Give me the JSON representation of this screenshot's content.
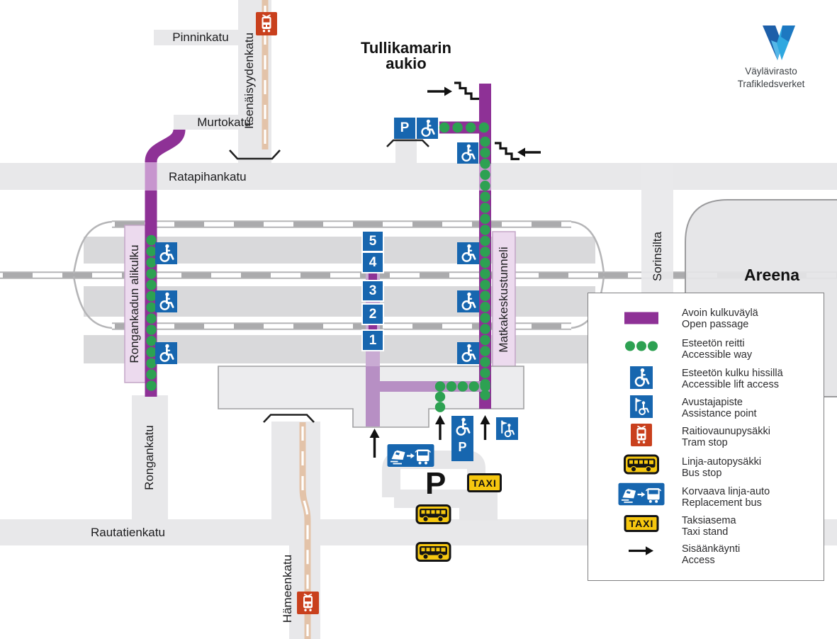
{
  "title": {
    "line1": "Tullikamarin",
    "line2": "aukio"
  },
  "logo": {
    "line1": "Väylävirasto",
    "line2": "Trafikledsverket"
  },
  "streets": {
    "pinninkatu": "Pinninkatu",
    "murtokatu": "Murtokatu",
    "itsenaisyydenkatu": "Itsenäisyydenkatu",
    "ratapihankatu": "Ratapihankatu",
    "rautatienkatu": "Rautatienkatu",
    "rongankatu": "Rongankatu",
    "hameenkatu": "Hämeenkatu",
    "sorinsilta": "Sorinsilta"
  },
  "areas": {
    "areena": "Areena",
    "rongankadun_alikulku": "Rongankadun alikulku",
    "matkakeskustunneli": "Matkakeskustunneli"
  },
  "platforms": {
    "numbers": [
      "5",
      "4",
      "3",
      "2",
      "1"
    ]
  },
  "signs": {
    "parking": "P",
    "accessible_parking": "P",
    "big_parking": "P",
    "taxi": "TAXI"
  },
  "legend": {
    "items": [
      {
        "icon": "open-passage-swatch",
        "fi": "Avoin kulkuväylä",
        "en": "Open passage"
      },
      {
        "icon": "accessible-way-dots",
        "fi": "Esteetön reitti",
        "en": "Accessible way"
      },
      {
        "icon": "wheelchair-icon",
        "fi": "Esteetön kulku hissillä",
        "en": "Accessible lift access"
      },
      {
        "icon": "assistance-icon",
        "fi": "Avustajapiste",
        "en": "Assistance point"
      },
      {
        "icon": "tram-icon",
        "fi": "Raitiovaunupysäkki",
        "en": "Tram stop"
      },
      {
        "icon": "bus-icon",
        "fi": "Linja-autopysäkki",
        "en": "Bus stop"
      },
      {
        "icon": "replacement-bus-icon",
        "fi": "Korvaava linja-auto",
        "en": "Replacement bus"
      },
      {
        "icon": "taxi-sign",
        "fi": "Taksiasema",
        "en": "Taxi stand"
      },
      {
        "icon": "entrance-arrow",
        "fi": "Sisäänkäynti",
        "en": "Access"
      }
    ],
    "taxi_label": "TAXI"
  },
  "colors": {
    "open_passage": "#8e3196",
    "open_passage_light": "#c795ce",
    "accessible_way_green": "#2da152",
    "sign_blue": "#1766af",
    "tram_red": "#c9401d",
    "bus_taxi_yellow": "#f6c70f"
  }
}
